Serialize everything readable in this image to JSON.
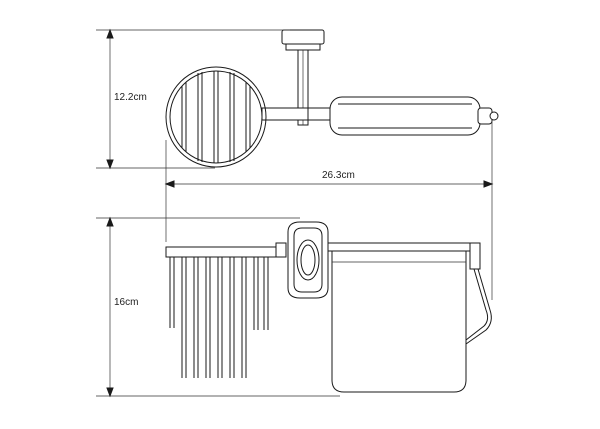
{
  "dimensions": {
    "height_top": "12.2cm",
    "width": "26.3cm",
    "height_bottom": "16cm"
  },
  "colors": {
    "line": "#1a1a1a",
    "background": "#ffffff"
  }
}
